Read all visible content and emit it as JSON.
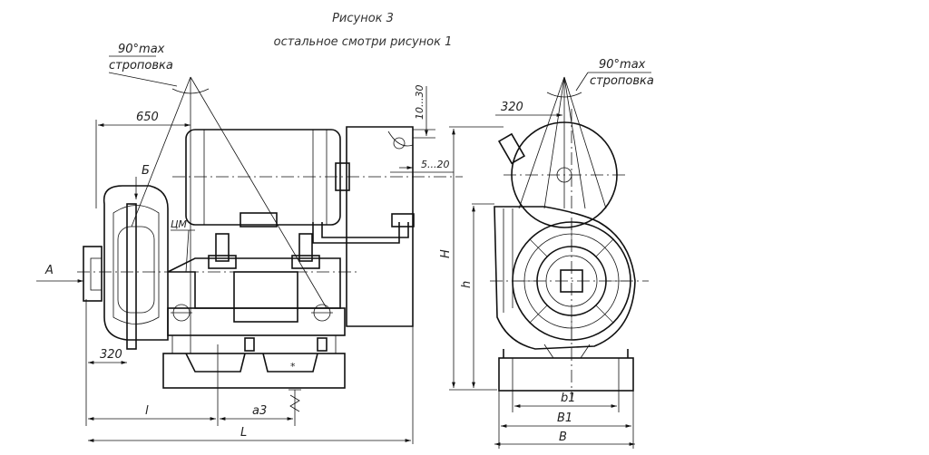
{
  "title": "Рисунок 3",
  "subtitle": "остальное смотри рисунок 1",
  "labels": {
    "angle_max_left": "90°max",
    "sling_left": "строповка",
    "angle_max_right": "90°max",
    "sling_right": "строповка",
    "dim_650": "650",
    "dim_320_left": "320",
    "dim_320_right": "320",
    "dim_10_30": "10...30",
    "dim_5_20": "5...20",
    "view_b": "Б",
    "view_a": "А",
    "center_mark": "ЦМ",
    "dim_l": "l",
    "dim_a3": "a3",
    "dim_L": "L",
    "dim_H": "H",
    "dim_h": "h",
    "dim_b1": "b1",
    "dim_B1": "B1",
    "dim_B": "B"
  }
}
